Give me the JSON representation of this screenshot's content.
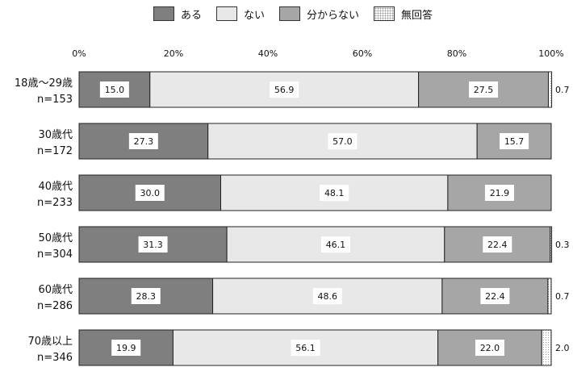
{
  "chart_data": {
    "type": "bar",
    "orientation": "horizontal",
    "stacked": true,
    "percent_scale": true,
    "legend_position": "top",
    "xlim": [
      0,
      100
    ],
    "x_ticks": [
      "0%",
      "20%",
      "40%",
      "60%",
      "80%",
      "100%"
    ],
    "categories": [
      {
        "line1": "18歳〜29歳",
        "line2": "n=153"
      },
      {
        "line1": "30歳代",
        "line2": "n=172"
      },
      {
        "line1": "40歳代",
        "line2": "n=233"
      },
      {
        "line1": "50歳代",
        "line2": "n=304"
      },
      {
        "line1": "60歳代",
        "line2": "n=286"
      },
      {
        "line1": "70歳以上",
        "line2": "n=346"
      }
    ],
    "series": [
      {
        "name": "ある",
        "color": "#7f7f7f",
        "values": [
          15.0,
          27.3,
          30.0,
          31.3,
          28.3,
          19.9
        ]
      },
      {
        "name": "ない",
        "color": "#e8e8e8",
        "values": [
          56.9,
          57.0,
          48.1,
          46.1,
          48.6,
          56.1
        ]
      },
      {
        "name": "分からない",
        "color": "#a6a6a6",
        "values": [
          27.5,
          15.7,
          21.9,
          22.4,
          22.4,
          22.0
        ]
      },
      {
        "name": "無回答",
        "color": "#ffffff",
        "pattern": "dots",
        "values": [
          0.7,
          null,
          null,
          0.3,
          0.7,
          2.0
        ]
      }
    ]
  }
}
